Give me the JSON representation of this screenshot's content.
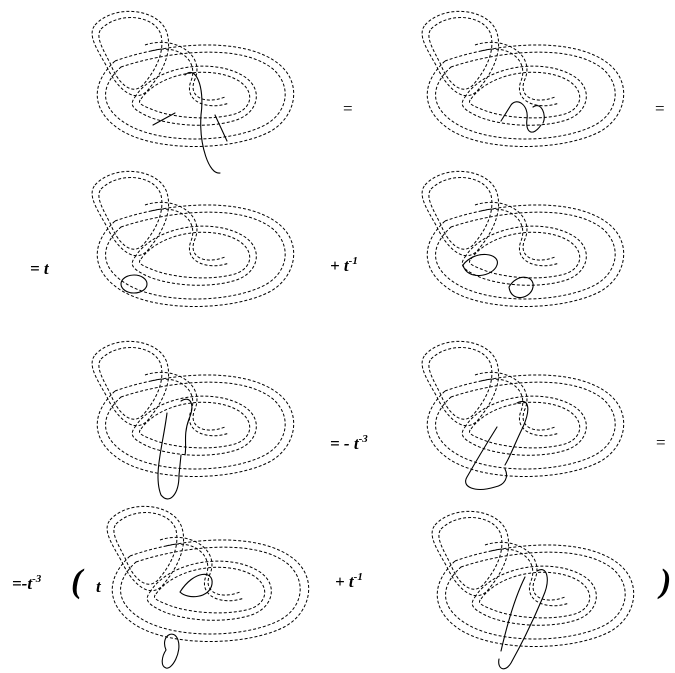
{
  "equation": {
    "row1": {
      "eq1": "=",
      "eq2": "="
    },
    "row2": {
      "lead": "= t",
      "plus": "+ t",
      "plus_exp": "-1"
    },
    "row3": {
      "mid": "= - t",
      "mid_exp": "-3",
      "tail": "="
    },
    "row4": {
      "lead": "=-t",
      "lead_exp": "-3",
      "open_paren": "(",
      "coef": "t",
      "plus": "+ t",
      "plus_exp": "-1",
      "close_paren": ")"
    }
  },
  "panels": [
    {
      "id": "p1",
      "strand": "knot-crossing-long"
    },
    {
      "id": "p2",
      "strand": "knot-crossing-loop"
    },
    {
      "id": "p3",
      "strand": "small-circle"
    },
    {
      "id": "p4",
      "strand": "double-loop"
    },
    {
      "id": "p5",
      "strand": "vertical-band-loop"
    },
    {
      "id": "p6",
      "strand": "bent-band-loop"
    },
    {
      "id": "p7",
      "strand": "circle-and-loop"
    },
    {
      "id": "p8",
      "strand": "diagonal-band-loop"
    }
  ]
}
